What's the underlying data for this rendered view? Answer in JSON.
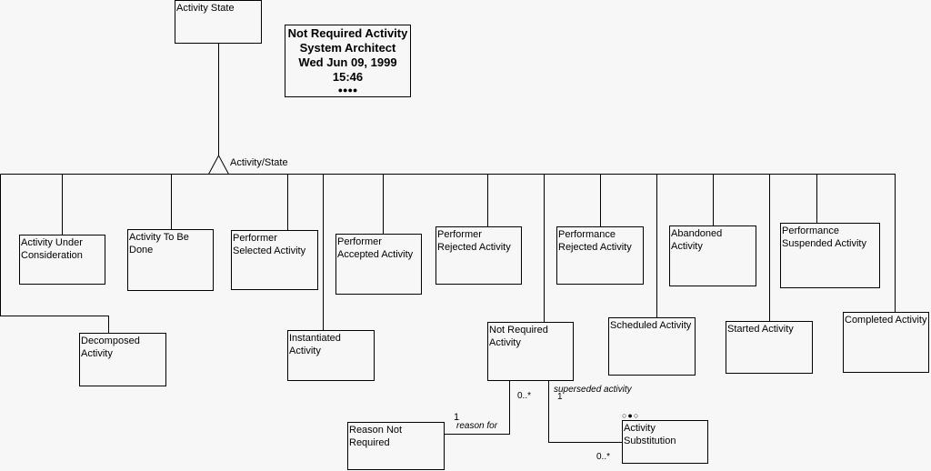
{
  "diagram": {
    "superclass": "Activity State",
    "generalization_label": "Activity/State",
    "title_block": {
      "name": "Not Required Activity",
      "author": "System Architect",
      "date": "Wed Jun 09, 1999",
      "time": "15:46",
      "dots": "●●●●"
    },
    "subclasses": [
      {
        "id": "activity-under-consideration",
        "label": "Activity Under\nConsideration"
      },
      {
        "id": "activity-to-be-done",
        "label": "Activity To Be\nDone"
      },
      {
        "id": "performer-selected-activity",
        "label": "Performer\nSelected Activity"
      },
      {
        "id": "performer-accepted-activity",
        "label": "Performer\nAccepted Activity"
      },
      {
        "id": "performer-rejected-activity",
        "label": "Performer\nRejected Activity"
      },
      {
        "id": "performance-rejected-activity",
        "label": "Performance\nRejected Activity"
      },
      {
        "id": "abandoned-activity",
        "label": "Abandoned\nActivity"
      },
      {
        "id": "performance-suspended-activity",
        "label": "Performance\nSuspended Activity"
      },
      {
        "id": "decomposed-activity",
        "label": "Decomposed\nActivity"
      },
      {
        "id": "instantiated-activity",
        "label": "Instantiated\nActivity"
      },
      {
        "id": "not-required-activity",
        "label": "Not Required\nActivity"
      },
      {
        "id": "scheduled-activity",
        "label": "Scheduled Activity"
      },
      {
        "id": "started-activity",
        "label": "Started Activity"
      },
      {
        "id": "completed-activity",
        "label": "Completed Activity"
      }
    ],
    "other_entities": {
      "reason_not_required": "Reason Not Required",
      "activity_substitution": "Activity\nSubstitution",
      "substitution_markers": "○●○"
    },
    "associations": {
      "reason": {
        "role": "reason for",
        "mult_near_reason": "1",
        "mult_near_activity": "0..*"
      },
      "superseded": {
        "role": "superseded activity",
        "mult_near_activity": "1",
        "mult_near_substitution": "0..*"
      }
    }
  }
}
